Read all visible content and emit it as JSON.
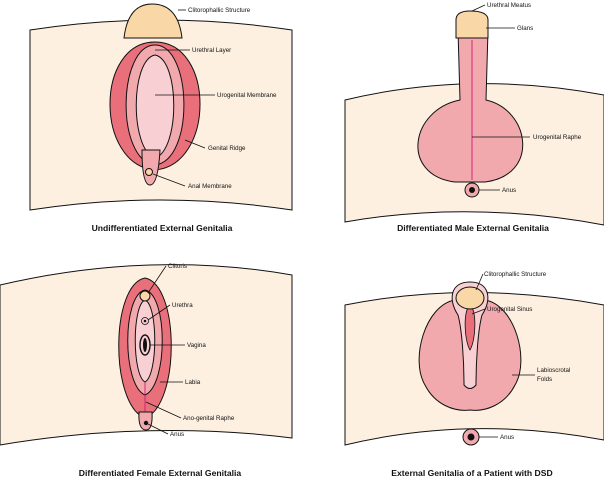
{
  "panels": {
    "undiff": {
      "caption": "Undifferentiated External Genitalia",
      "labels": {
        "clitorophallic": "Clitorophallic Structure",
        "urethral_layer": "Urethral Layer",
        "urogenital_membrane": "Urogenital Membrane",
        "genital_ridge": "Genital Ridge",
        "anal_membrane": "Anal Membrane"
      }
    },
    "male": {
      "caption": "Differentiated Male External Genitalia",
      "labels": {
        "urethral_meatus": "Urethral Meatus",
        "glans": "Glans",
        "urogenital_raphe": "Urogenital Raphe",
        "anus": "Anus"
      }
    },
    "female": {
      "caption": "Differentiated Female External Genitalia",
      "labels": {
        "clitoris": "Clitoris",
        "urethra": "Urethra",
        "vagina": "Vagina",
        "labia": "Labia",
        "ano_genital_raphe": "Ano-genital Raphe",
        "anus": "Anus"
      }
    },
    "dsd": {
      "caption": "External Genitalia of a Patient with DSD",
      "labels": {
        "clitorophallic": "Clitorophallic Structure",
        "urogenital_sinus": "Urogenital Sinus",
        "labioscrotal_1": "Labioscrotal",
        "labioscrotal_2": "Folds",
        "anus": "Anus"
      }
    }
  },
  "colors": {
    "skin": "#fdf0e0",
    "pink": "#f2a9ae",
    "pink_dark": "#e9707a",
    "pink_light": "#f8cfd2",
    "cream": "#f9d7a6"
  }
}
